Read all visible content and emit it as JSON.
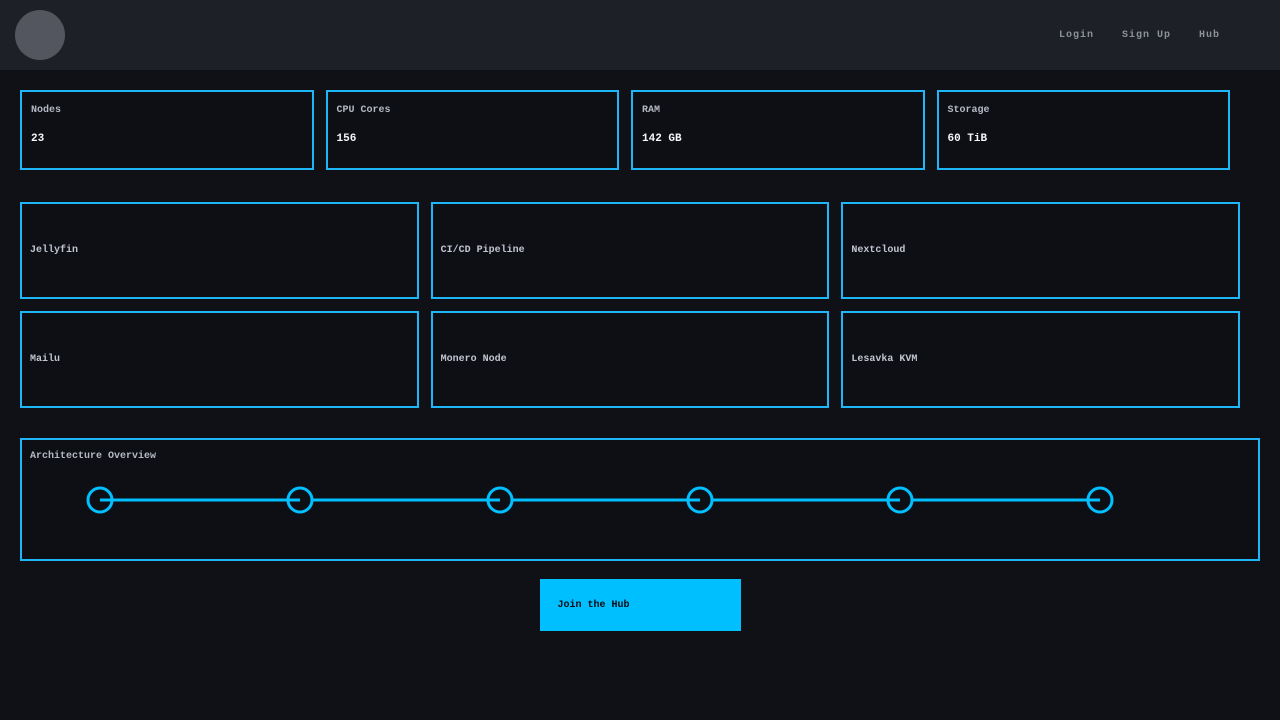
{
  "colors": {
    "accent": "#00bfff",
    "border": "#1fb6f7",
    "page_background": "#0f1117",
    "topbar_background": "#1d2026",
    "card_background": "#0d0f15"
  },
  "topbar": {
    "links": [
      {
        "label": "Login"
      },
      {
        "label": "Sign Up"
      },
      {
        "label": "Hub"
      }
    ]
  },
  "stats": [
    {
      "label": "Nodes",
      "value": "23"
    },
    {
      "label": "CPU Cores",
      "value": "156"
    },
    {
      "label": "RAM",
      "value": "142 GB"
    },
    {
      "label": "Storage",
      "value": "60 TiB"
    }
  ],
  "services": [
    {
      "name": "Jellyfin"
    },
    {
      "name": "CI/CD Pipeline"
    },
    {
      "name": "Nextcloud"
    },
    {
      "name": "Mailu"
    },
    {
      "name": "Monero Node"
    },
    {
      "name": "Lesavka KVM"
    }
  ],
  "architecture": {
    "title": "Architecture Overview",
    "node_count": 6
  },
  "cta": {
    "label": "Join the Hub"
  }
}
